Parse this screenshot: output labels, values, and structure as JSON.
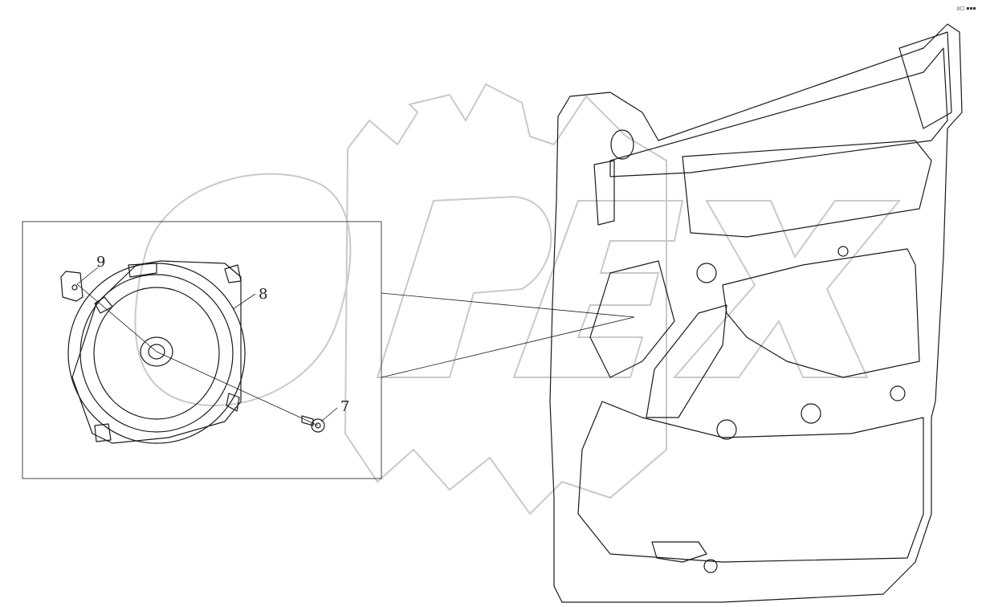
{
  "callouts": [
    {
      "id": "9",
      "label": "9"
    },
    {
      "id": "8",
      "label": "8"
    },
    {
      "id": "7",
      "label": "7"
    }
  ],
  "corner_mark": "р□ ▪▪▪",
  "colors": {
    "line": "#1a1a1a",
    "watermark": "#c9c9c9",
    "background": "#ffffff"
  }
}
